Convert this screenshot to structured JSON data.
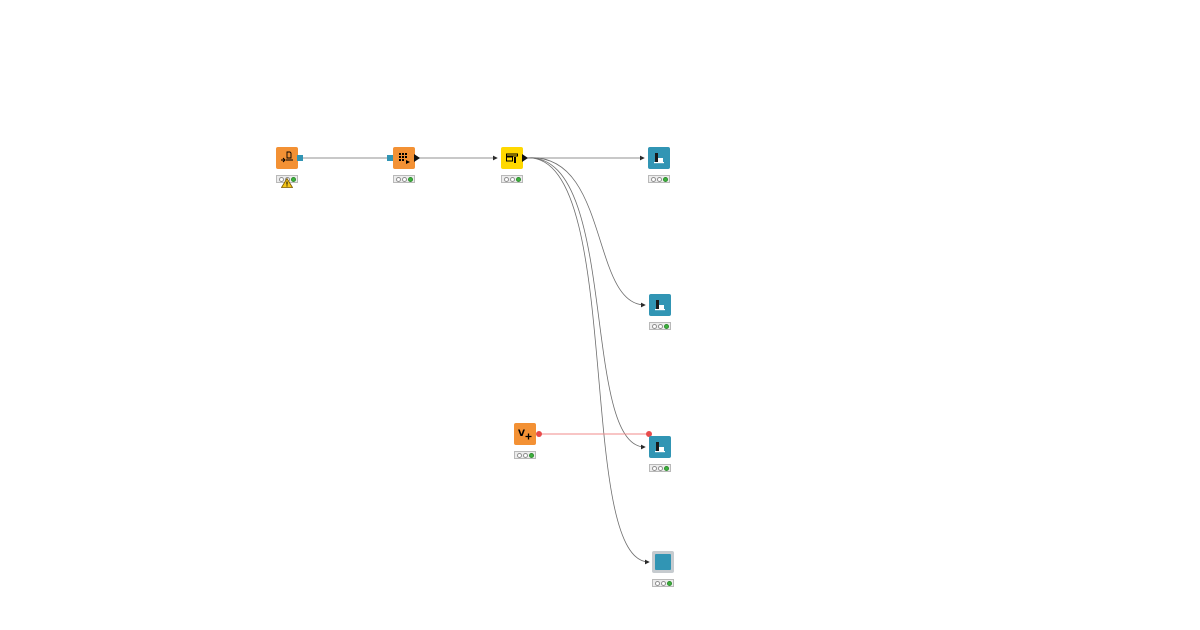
{
  "workflow": {
    "nodes": [
      {
        "id": "file-reader-node",
        "kind": "orange",
        "icon": "file-reader-icon",
        "status": [
          "idle",
          "idle",
          "executed"
        ],
        "warning": true
      },
      {
        "id": "table-manipulator-node",
        "kind": "orange",
        "icon": "table-grid-icon",
        "status": [
          "idle",
          "idle",
          "executed"
        ],
        "warning": false
      },
      {
        "id": "filter-node",
        "kind": "yellow",
        "icon": "column-filter-icon",
        "status": [
          "idle",
          "idle",
          "executed"
        ],
        "warning": false
      },
      {
        "id": "chart-view-node-1",
        "kind": "teal",
        "icon": "bar-chart-icon",
        "status": [
          "idle",
          "idle",
          "executed"
        ],
        "warning": false
      },
      {
        "id": "chart-view-node-2",
        "kind": "teal",
        "icon": "bar-chart-icon",
        "status": [
          "idle",
          "idle",
          "executed"
        ],
        "warning": false
      },
      {
        "id": "variable-creator-node",
        "kind": "orange",
        "icon": "variable-icon",
        "label": "V",
        "status": [
          "idle",
          "idle",
          "executed"
        ],
        "warning": false
      },
      {
        "id": "chart-view-node-3",
        "kind": "teal",
        "icon": "bar-chart-icon",
        "status": [
          "idle",
          "idle",
          "executed"
        ],
        "warning": false
      },
      {
        "id": "component-node",
        "kind": "component",
        "icon": "component-icon",
        "status": [
          "idle",
          "idle",
          "executed"
        ],
        "warning": false
      }
    ],
    "colors": {
      "orange": "#f39134",
      "yellow": "#ffd800",
      "teal": "#3195b4",
      "connection": "#5a5a5a",
      "flow-variable": "#e84b4b",
      "status-green": "#3eb33e"
    }
  }
}
